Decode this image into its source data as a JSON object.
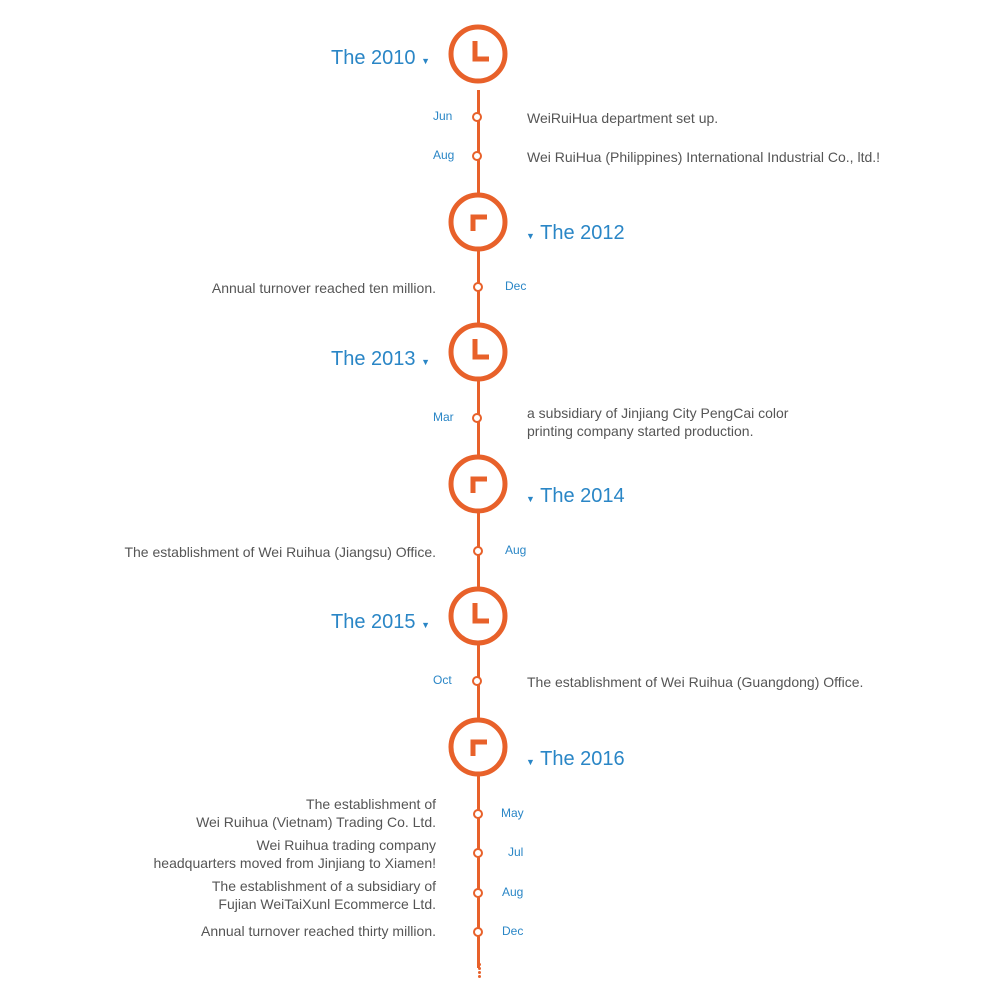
{
  "colors": {
    "accent": "#e8612a",
    "year": "#2a86c6",
    "text": "#555555"
  },
  "years": [
    {
      "label": "The 2010",
      "clock": "clock-icon-variant-a"
    },
    {
      "label": "The 2012",
      "clock": "clock-icon-variant-b"
    },
    {
      "label": "The 2013",
      "clock": "clock-icon-variant-a"
    },
    {
      "label": "The 2014",
      "clock": "clock-icon-variant-b"
    },
    {
      "label": "The 2015",
      "clock": "clock-icon-variant-a"
    },
    {
      "label": "The 2016",
      "clock": "clock-icon-variant-b"
    }
  ],
  "events": [
    {
      "month": "Jun",
      "lines": [
        "WeiRuiHua department set up."
      ]
    },
    {
      "month": "Aug",
      "lines": [
        "Wei RuiHua (Philippines) International Industrial Co., ltd.!"
      ]
    },
    {
      "month": "Dec",
      "lines": [
        "Annual turnover reached ten million."
      ]
    },
    {
      "month": "Mar",
      "lines": [
        "a subsidiary of Jinjiang City PengCai color",
        "printing company started production."
      ]
    },
    {
      "month": "Aug",
      "lines": [
        "The establishment of Wei Ruihua (Jiangsu) Office."
      ]
    },
    {
      "month": "Oct",
      "lines": [
        "The establishment of Wei Ruihua (Guangdong) Office."
      ]
    },
    {
      "month": "May",
      "lines": [
        "The establishment of",
        "Wei Ruihua (Vietnam) Trading Co. Ltd."
      ]
    },
    {
      "month": "Jul",
      "lines": [
        "Wei Ruihua trading company",
        "headquarters moved from Jinjiang to Xiamen!"
      ]
    },
    {
      "month": "Aug",
      "lines": [
        "The establishment of a subsidiary of",
        "Fujian WeiTaiXunl Ecommerce Ltd."
      ]
    },
    {
      "month": "Dec",
      "lines": [
        "Annual turnover reached thirty million."
      ]
    }
  ]
}
